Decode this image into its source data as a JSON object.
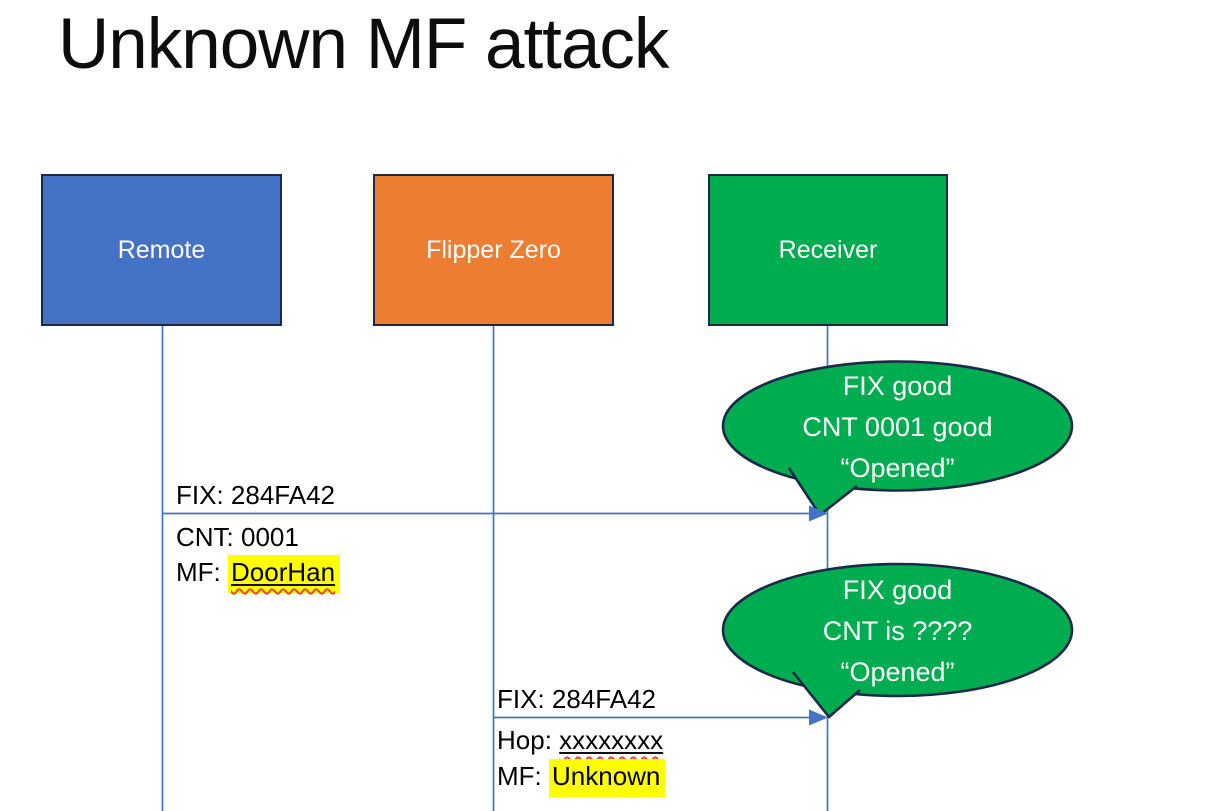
{
  "slide": {
    "title": "Unknown MF attack"
  },
  "actors": [
    {
      "name": "Remote",
      "fill": "#4472C4"
    },
    {
      "name": "Flipper Zero",
      "fill": "#ED7D31"
    },
    {
      "name": "Receiver",
      "fill": "#00AC50"
    }
  ],
  "messages": [
    {
      "above": "FIX: 284FA42",
      "below1": "CNT: 0001",
      "below2_prefix": "MF: ",
      "below2_value": "DoorHan"
    },
    {
      "above": "FIX: 284FA42",
      "below1_prefix": "Hop: ",
      "below1_value": "xxxxxxxx",
      "below2_prefix": "MF: ",
      "below2_value": "Unknown"
    }
  ],
  "callouts": [
    {
      "line1": "FIX good",
      "line2": "CNT 0001 good",
      "line3": "“Opened”"
    },
    {
      "line1": "FIX good",
      "line2": "CNT is ????",
      "line3": "“Opened”"
    }
  ],
  "colors": {
    "actor_blue": "#4472C4",
    "actor_orange": "#ED7D31",
    "actor_green": "#00AC50",
    "shape_border": "#1B2A49",
    "line_blue": "#4472C4",
    "highlight_yellow": "#FFFF00",
    "spellcheck_red": "#E8442A",
    "text_dark": "#000000",
    "text_light": "#FFFFFF"
  }
}
